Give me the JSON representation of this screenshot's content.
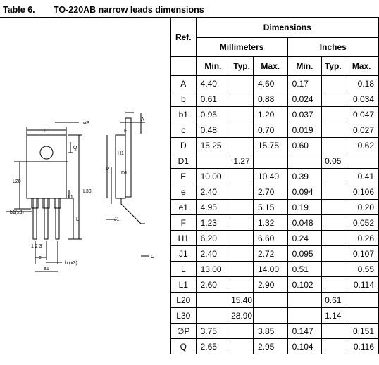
{
  "caption": {
    "number": "Table 6.",
    "title": "TO-220AB narrow leads dimensions"
  },
  "table": {
    "ref_header": "Ref.",
    "dimensions_header": "Dimensions",
    "units": [
      "Millimeters",
      "Inches"
    ],
    "sub_headers": [
      "Min.",
      "Typ.",
      "Max.",
      "Min.",
      "Typ.",
      "Max."
    ],
    "rows": [
      {
        "ref": "A",
        "mm_min": "4.40",
        "mm_typ": "",
        "mm_max": "4.60",
        "in_min": "0.17",
        "in_typ": "",
        "in_max": "0.18"
      },
      {
        "ref": "b",
        "mm_min": "0.61",
        "mm_typ": "",
        "mm_max": "0.88",
        "in_min": "0.024",
        "in_typ": "",
        "in_max": "0.034"
      },
      {
        "ref": "b1",
        "mm_min": "0.95",
        "mm_typ": "",
        "mm_max": "1.20",
        "in_min": "0.037",
        "in_typ": "",
        "in_max": "0.047"
      },
      {
        "ref": "c",
        "mm_min": "0.48",
        "mm_typ": "",
        "mm_max": "0.70",
        "in_min": "0.019",
        "in_typ": "",
        "in_max": "0.027"
      },
      {
        "ref": "D",
        "mm_min": "15.25",
        "mm_typ": "",
        "mm_max": "15.75",
        "in_min": "0.60",
        "in_typ": "",
        "in_max": "0.62"
      },
      {
        "ref": "D1",
        "mm_min": "",
        "mm_typ": "1.27",
        "mm_max": "",
        "in_min": "",
        "in_typ": "0.05",
        "in_max": ""
      },
      {
        "ref": "E",
        "mm_min": "10.00",
        "mm_typ": "",
        "mm_max": "10.40",
        "in_min": "0.39",
        "in_typ": "",
        "in_max": "0.41"
      },
      {
        "ref": "e",
        "mm_min": "2.40",
        "mm_typ": "",
        "mm_max": "2.70",
        "in_min": "0.094",
        "in_typ": "",
        "in_max": "0.106"
      },
      {
        "ref": "e1",
        "mm_min": "4.95",
        "mm_typ": "",
        "mm_max": "5.15",
        "in_min": "0.19",
        "in_typ": "",
        "in_max": "0.20"
      },
      {
        "ref": "F",
        "mm_min": "1.23",
        "mm_typ": "",
        "mm_max": "1.32",
        "in_min": "0.048",
        "in_typ": "",
        "in_max": "0.052"
      },
      {
        "ref": "H1",
        "mm_min": "6.20",
        "mm_typ": "",
        "mm_max": "6.60",
        "in_min": "0.24",
        "in_typ": "",
        "in_max": "0.26"
      },
      {
        "ref": "J1",
        "mm_min": "2.40",
        "mm_typ": "",
        "mm_max": "2.72",
        "in_min": "0.095",
        "in_typ": "",
        "in_max": "0.107"
      },
      {
        "ref": "L",
        "mm_min": "13.00",
        "mm_typ": "",
        "mm_max": "14.00",
        "in_min": "0.51",
        "in_typ": "",
        "in_max": "0.55"
      },
      {
        "ref": "L1",
        "mm_min": "2.60",
        "mm_typ": "",
        "mm_max": "2.90",
        "in_min": "0.102",
        "in_typ": "",
        "in_max": "0.114"
      },
      {
        "ref": "L20",
        "mm_min": "",
        "mm_typ": "15.40",
        "mm_max": "",
        "in_min": "",
        "in_typ": "0.61",
        "in_max": ""
      },
      {
        "ref": "L30",
        "mm_min": "",
        "mm_typ": "28.90",
        "mm_max": "",
        "in_min": "",
        "in_typ": "1.14",
        "in_max": ""
      },
      {
        "ref": "∅P",
        "mm_min": "3.75",
        "mm_typ": "",
        "mm_max": "3.85",
        "in_min": "0.147",
        "in_typ": "",
        "in_max": "0.151"
      },
      {
        "ref": "Q",
        "mm_min": "2.65",
        "mm_typ": "",
        "mm_max": "2.95",
        "in_min": "0.104",
        "in_typ": "",
        "in_max": "0.116"
      }
    ]
  },
  "drawing": {
    "labels": {
      "P": "øP",
      "E": "E",
      "Q": "Q",
      "F": "F",
      "A": "A",
      "H1": "H1",
      "D": "D",
      "D1": "D1",
      "L20": "L20",
      "L30": "L30",
      "L1": "L1",
      "L": "L",
      "b1": "b1(x3)",
      "J1": "J1",
      "C": "C",
      "pins": "1 2 3",
      "e": "e",
      "b": "b (x3)",
      "e1": "e1"
    }
  }
}
